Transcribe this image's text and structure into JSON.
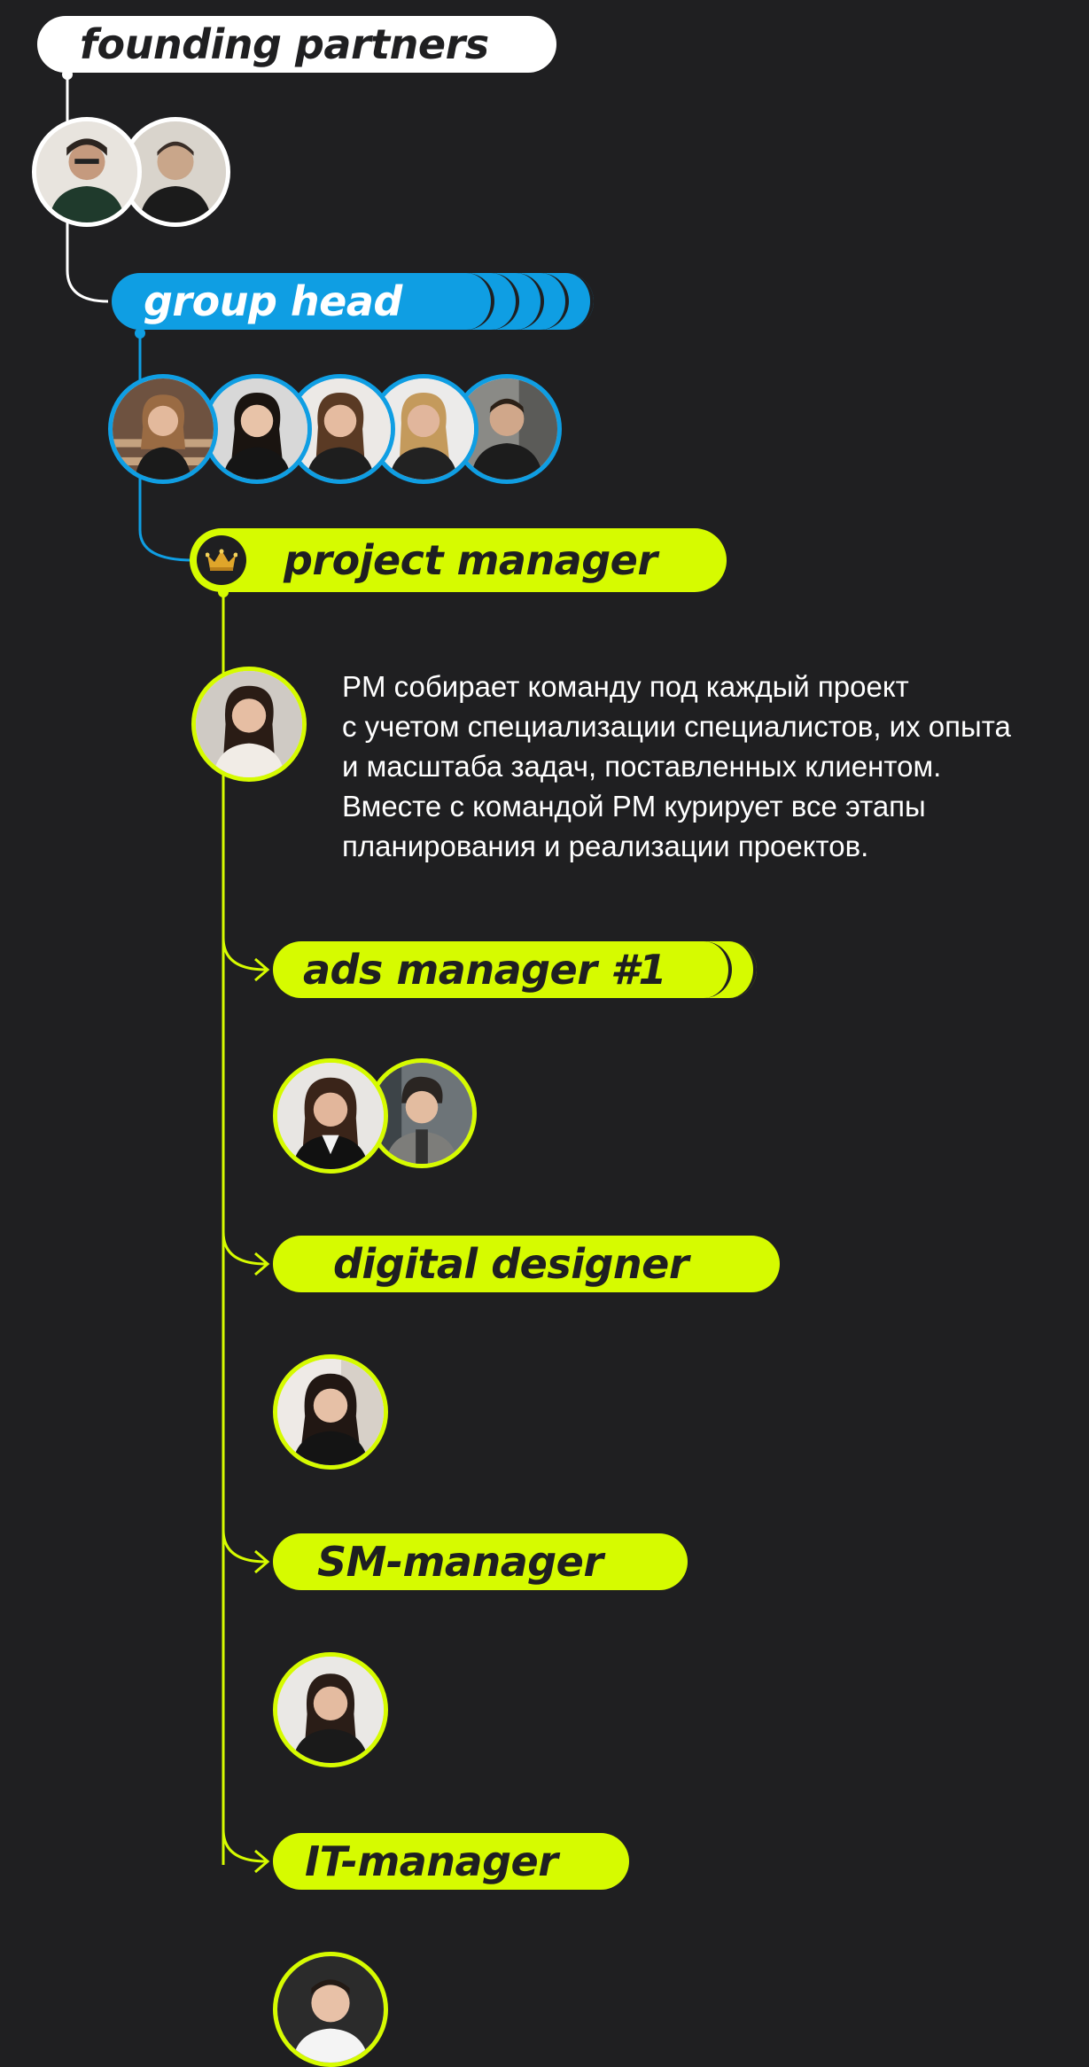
{
  "colors": {
    "background": "#1f1f21",
    "white": "#ffffff",
    "blue": "#0f9ee3",
    "lime": "#d6fb00"
  },
  "founding": {
    "label": "founding partners",
    "members": [
      "founder-1",
      "founder-2"
    ]
  },
  "group_head": {
    "label": "group head",
    "members": [
      "group-head-1",
      "group-head-2",
      "group-head-3",
      "group-head-4",
      "group-head-5"
    ]
  },
  "project_manager": {
    "label": "project manager",
    "icon": "crown-icon",
    "description": [
      "PM собирает команду под каждый проект",
      "с учетом специализации специалистов, их опыта",
      "и масштаба задач, поставленных клиентом.",
      "Вместе с командой PM курирует все этапы",
      "планирования и реализации проектов."
    ]
  },
  "roles": [
    {
      "label": "ads manager #1",
      "members": 2
    },
    {
      "label": "digital designer",
      "members": 1
    },
    {
      "label": "SM-manager",
      "members": 1
    },
    {
      "label": "IT-manager",
      "members": 1
    }
  ]
}
